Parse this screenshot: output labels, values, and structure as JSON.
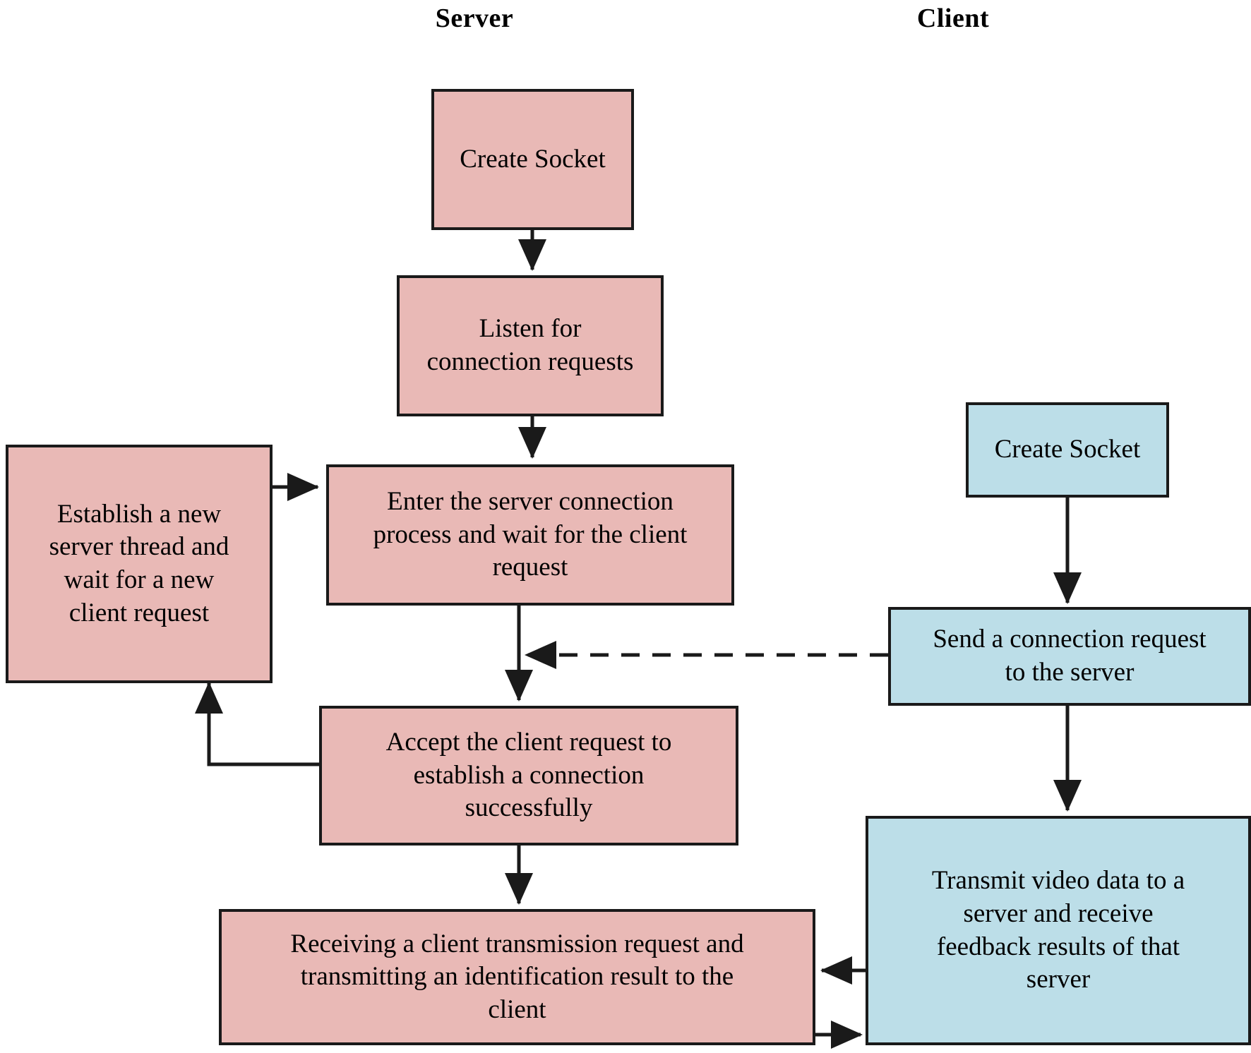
{
  "columns": {
    "server_title": "Server",
    "client_title": "Client"
  },
  "palette": {
    "server_fill": "#e9b9b6",
    "client_fill": "#bcdee8",
    "stroke": "#1a1a1a",
    "background": "#ffffff",
    "text": "#000000"
  },
  "nodes": {
    "server_create_socket": "Create Socket",
    "server_listen": "Listen for\nconnection requests",
    "server_enter_connection": "Enter the server connection\nprocess and wait for the client\nrequest",
    "server_establish_thread": "Establish a new\nserver thread and\nwait for a new\nclient request",
    "server_accept": "Accept the client request to\nestablish a connection\nsuccessfully",
    "server_receive_transmit": "Receiving a client transmission request and\ntransmitting an identification result to the\nclient",
    "client_create_socket": "Create Socket",
    "client_send_request": "Send a connection request\nto the server",
    "client_transmit_video": "Transmit video data to a\nserver and receive\nfeedback results of that\nserver"
  },
  "edges": [
    {
      "name": "server-create-to-listen",
      "style": "solid",
      "from": "server_create_socket",
      "to": "server_listen"
    },
    {
      "name": "server-listen-to-enter",
      "style": "solid",
      "from": "server_listen",
      "to": "server_enter_connection"
    },
    {
      "name": "server-thread-to-enter",
      "style": "solid",
      "from": "server_establish_thread",
      "to": "server_enter_connection"
    },
    {
      "name": "server-enter-to-accept",
      "style": "solid",
      "from": "server_enter_connection",
      "to": "server_accept"
    },
    {
      "name": "server-accept-to-thread",
      "style": "solid",
      "from": "server_accept",
      "to": "server_establish_thread"
    },
    {
      "name": "server-accept-to-receive",
      "style": "solid",
      "from": "server_accept",
      "to": "server_receive_transmit"
    },
    {
      "name": "client-create-to-send",
      "style": "solid",
      "from": "client_create_socket",
      "to": "client_send_request"
    },
    {
      "name": "client-send-to-server-enter",
      "style": "dashed",
      "from": "client_send_request",
      "to": "server_enter_connection"
    },
    {
      "name": "client-send-to-transmit",
      "style": "solid",
      "from": "client_send_request",
      "to": "client_transmit_video"
    },
    {
      "name": "client-transmit-to-server-receive",
      "style": "dashed",
      "from": "client_transmit_video",
      "to": "server_receive_transmit"
    },
    {
      "name": "server-receive-to-client-transmit",
      "style": "dashed",
      "from": "server_receive_transmit",
      "to": "client_transmit_video"
    }
  ]
}
